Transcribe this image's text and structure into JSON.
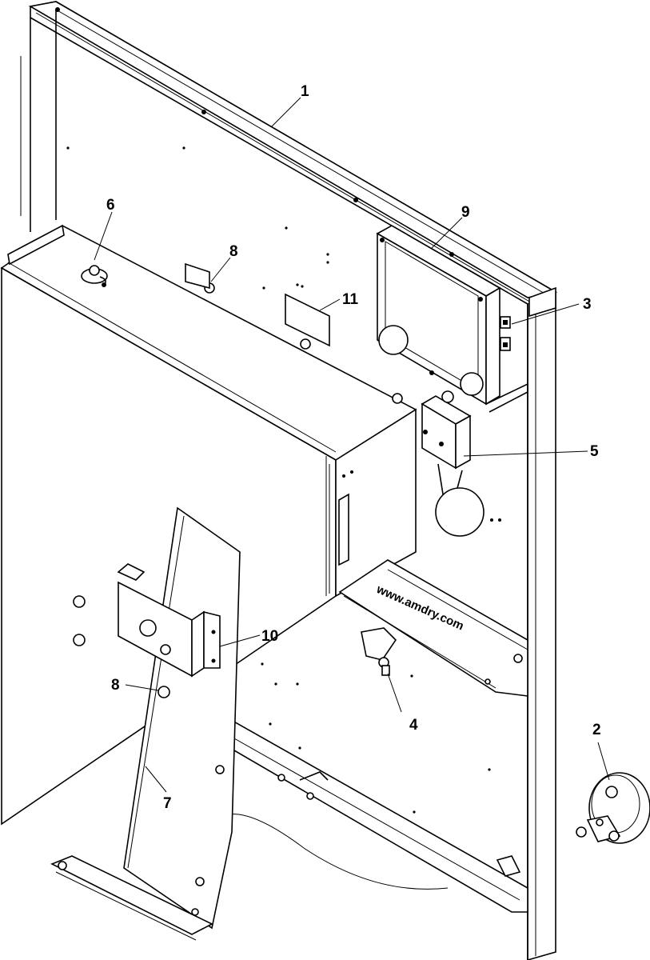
{
  "diagram": {
    "url_label": "www.amdry.com",
    "callouts": [
      {
        "id": "c1",
        "label": "1"
      },
      {
        "id": "c2",
        "label": "2"
      },
      {
        "id": "c3",
        "label": "3"
      },
      {
        "id": "c4",
        "label": "4"
      },
      {
        "id": "c5",
        "label": "5"
      },
      {
        "id": "c6",
        "label": "6"
      },
      {
        "id": "c7",
        "label": "7"
      },
      {
        "id": "c8a",
        "label": "8"
      },
      {
        "id": "c8b",
        "label": "8"
      },
      {
        "id": "c9",
        "label": "9"
      },
      {
        "id": "c10",
        "label": "10"
      },
      {
        "id": "c11",
        "label": "11"
      }
    ]
  }
}
